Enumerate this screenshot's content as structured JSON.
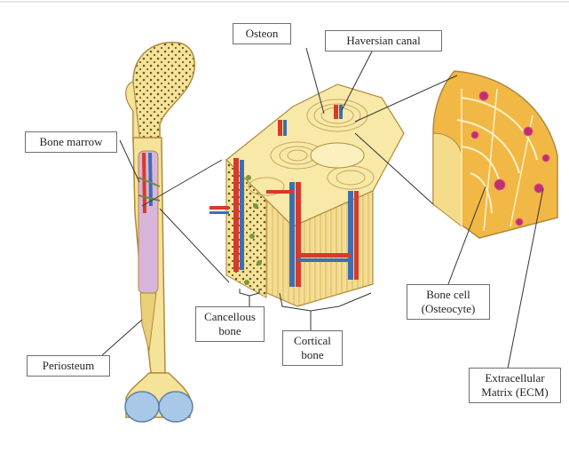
{
  "labels": {
    "osteon": "Osteon",
    "haversian_canal": "Haversian canal",
    "bone_marrow": "Bone marrow",
    "periosteum": "Periosteum",
    "cancellous_1": "Cancellous",
    "cancellous_2": "bone",
    "cortical_1": "Cortical",
    "cortical_2": "bone",
    "bone_cell_1": "Bone cell",
    "bone_cell_2": "(Osteocyte)",
    "ecm_1": "Extracellular",
    "ecm_2": "Matrix (ECM)"
  },
  "colors": {
    "bone": "#f6e39a",
    "bone_outline": "#b08a3a",
    "cartilage": "#a8c8e8",
    "marrow": "#d8b0d8",
    "vessel_red": "#d63a2a",
    "vessel_blue": "#3d6fb0",
    "matrix": "#f2b845",
    "osteocyte": "#c0306a"
  }
}
